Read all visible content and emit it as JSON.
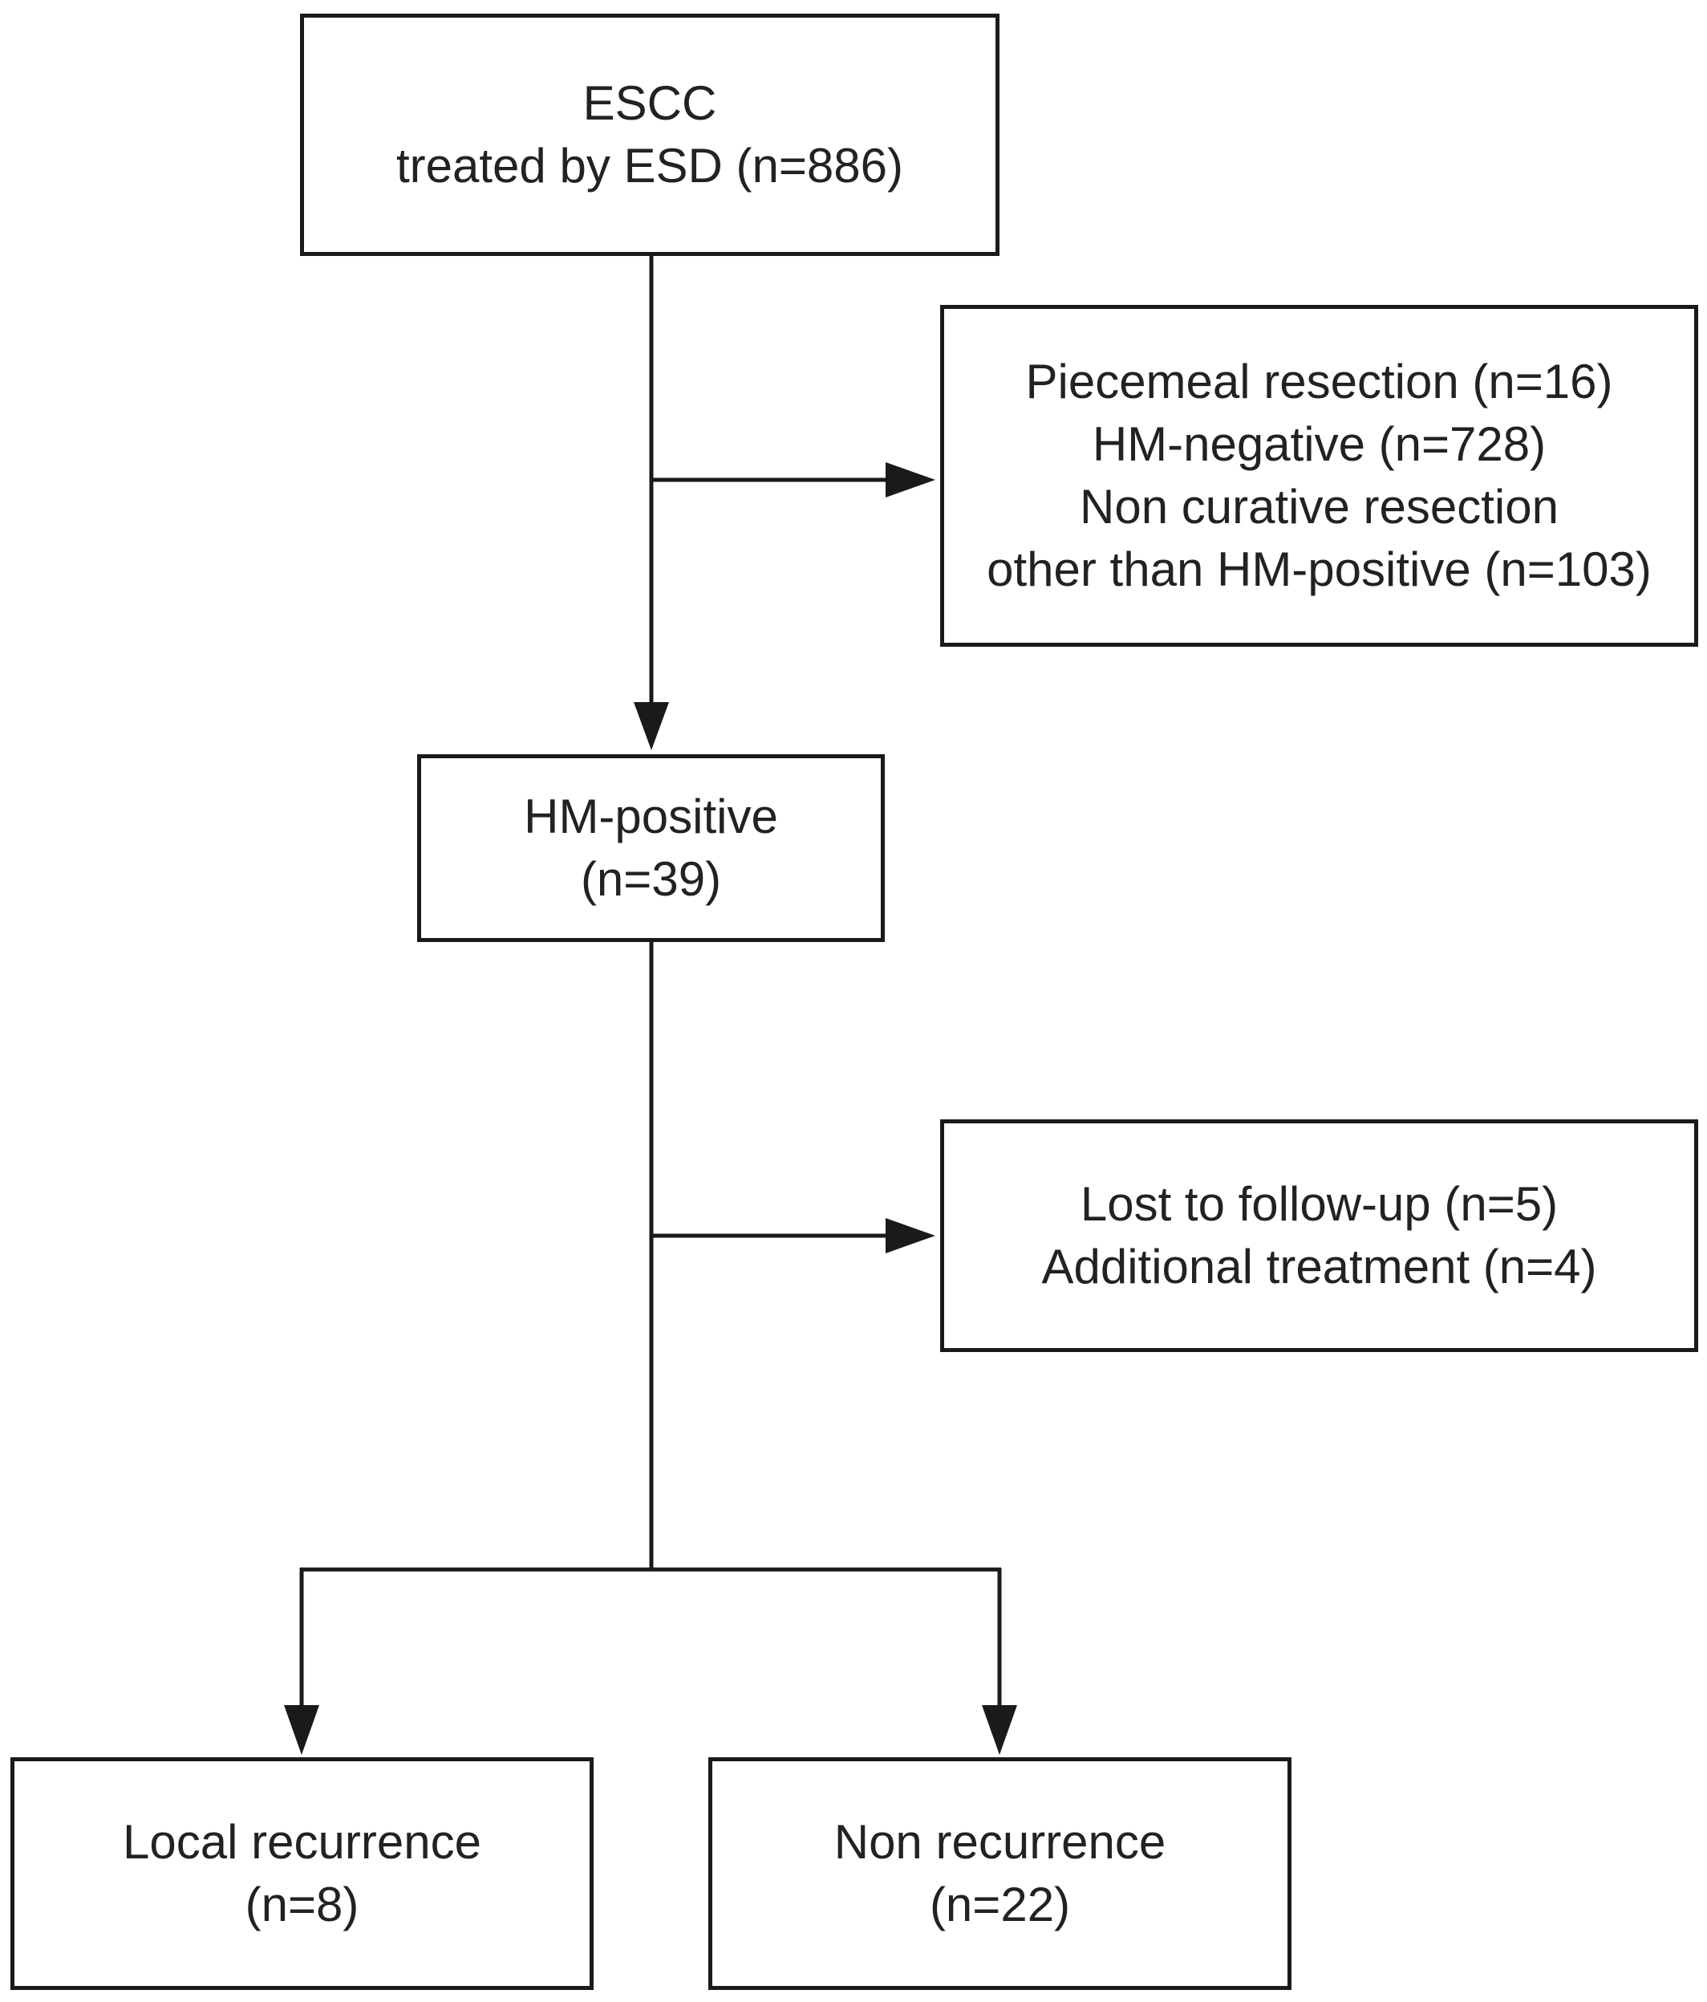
{
  "nodes": [
    {
      "id": "escc",
      "lines": [
        "ESCC",
        "treated by ESD (n=886)"
      ]
    },
    {
      "id": "excluded1",
      "lines": [
        "Piecemeal resection (n=16)",
        "HM-negative (n=728)",
        "Non curative resection",
        "other than HM-positive (n=103)"
      ]
    },
    {
      "id": "hmpos",
      "lines": [
        "HM-positive",
        "(n=39)"
      ]
    },
    {
      "id": "excluded2",
      "lines": [
        "Lost to follow-up (n=5)",
        "Additional treatment (n=4)"
      ]
    },
    {
      "id": "local",
      "lines": [
        "Local recurrence",
        "(n=8)"
      ]
    },
    {
      "id": "nonrec",
      "lines": [
        "Non recurrence",
        "(n=22)"
      ]
    }
  ],
  "edges": [
    {
      "from": "escc",
      "to": "hmpos"
    },
    {
      "from": "escc",
      "to": "excluded1"
    },
    {
      "from": "hmpos",
      "to": "excluded2"
    },
    {
      "from": "hmpos",
      "to": "local"
    },
    {
      "from": "hmpos",
      "to": "nonrec"
    }
  ],
  "colors": {
    "stroke": "#1a1a1a",
    "text": "#222222",
    "background": "#ffffff"
  }
}
